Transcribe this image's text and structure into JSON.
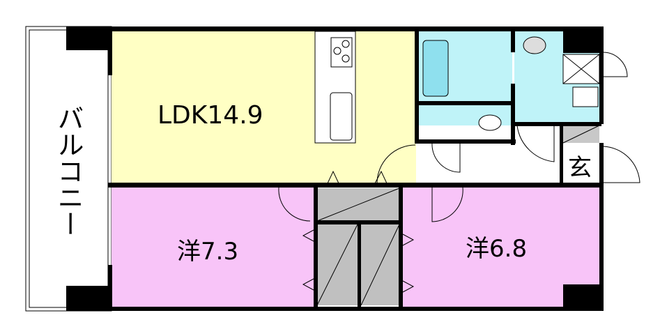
{
  "floorplan": {
    "rooms": {
      "ldk": "LDK14.9",
      "western1": "洋7.3",
      "western2": "洋6.8",
      "entrance": "玄",
      "balcony": "バルコニー"
    },
    "colors": {
      "ldk": "#FFFFC4",
      "western": "#F8C4F8",
      "water": "#BFF3F8",
      "closet": "#C0C0C0",
      "wall": "#000000",
      "bathtub": "#8FE0EE"
    }
  }
}
